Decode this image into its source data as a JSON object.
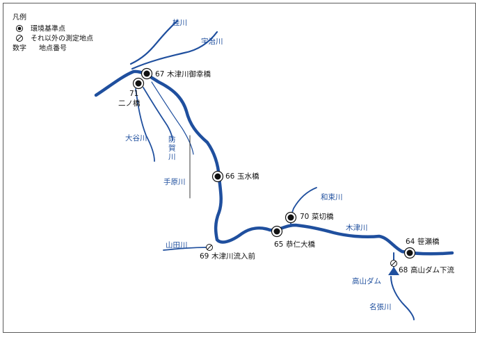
{
  "colors": {
    "river": "#1f4f9e",
    "river_label": "#1f4f9e",
    "station_fill": "#111111",
    "text": "#111111",
    "frame": "#5a5a5a"
  },
  "legend": {
    "title": "凡例",
    "items": [
      {
        "icon": "environment-reference-point-icon",
        "label": "環境基準点"
      },
      {
        "icon": "other-measurement-point-icon",
        "label": "それ以外の測定地点"
      },
      {
        "icon": "number-key",
        "symbol": "数字",
        "label": "地点番号"
      }
    ]
  },
  "rivers": [
    {
      "name": "桂川"
    },
    {
      "name": "宇治川"
    },
    {
      "name": "大谷川"
    },
    {
      "name": "防賀川"
    },
    {
      "name": "手原川"
    },
    {
      "name": "山田川"
    },
    {
      "name": "和束川"
    },
    {
      "name": "木津川"
    },
    {
      "name": "名張川"
    }
  ],
  "stations": [
    {
      "number": "67",
      "name": "木津川御幸橋",
      "type": "environment"
    },
    {
      "number": "71",
      "name": "二ノ橋",
      "type": "environment"
    },
    {
      "number": "66",
      "name": "玉水橋",
      "type": "environment"
    },
    {
      "number": "70",
      "name": "菜切橋",
      "type": "environment"
    },
    {
      "number": "65",
      "name": "恭仁大橋",
      "type": "environment"
    },
    {
      "number": "64",
      "name": "笹瀬橋",
      "type": "environment"
    },
    {
      "number": "69",
      "name": "木津川流入前",
      "type": "other"
    },
    {
      "number": "68",
      "name": "高山ダム下流",
      "type": "other"
    }
  ],
  "dam": {
    "name": "高山ダム"
  }
}
